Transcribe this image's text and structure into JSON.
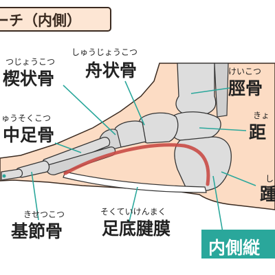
{
  "title": "ーチ（内側）",
  "labels": {
    "cuneiform": {
      "reading": "つじょうこつ",
      "name": "楔状骨"
    },
    "navicular": {
      "reading": "しゅうじょうこつ",
      "name": "舟状骨"
    },
    "tibia": {
      "reading": "けいこつ",
      "name": "脛骨"
    },
    "metatarsal": {
      "reading": "ゅうそくこつ",
      "name": "中足骨"
    },
    "talus": {
      "reading": "きょ",
      "name": "距"
    },
    "calcaneus": {
      "reading": "し",
      "name": "踵"
    },
    "phalanx": {
      "reading": "きせつこつ",
      "name": "基節骨"
    },
    "fascia": {
      "reading": "そくていけんまく",
      "name": "足底腱膜"
    },
    "edge_left": {
      "reading": "",
      "name": ""
    }
  },
  "arch_label": "内側縦",
  "colors": {
    "skin": "#fcdcc4",
    "bone": "#dddddd",
    "bone_outline": "#333333",
    "arch": "#c94b46",
    "title_bg": "#fde6d4",
    "arch_box": "#2aa79b",
    "leader_line": "#2aa79b"
  }
}
